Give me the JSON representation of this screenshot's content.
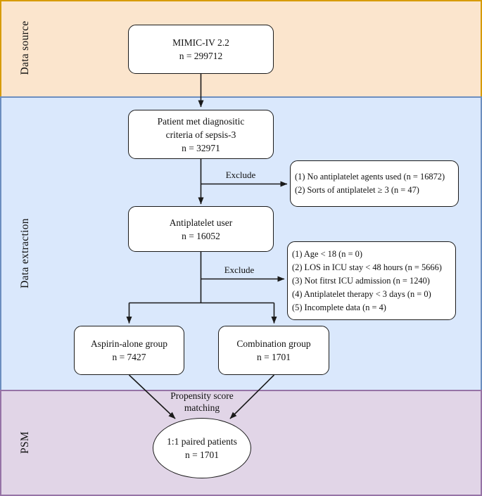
{
  "bands": [
    {
      "label": "Data source"
    },
    {
      "label": "Data extraction"
    },
    {
      "label": "PSM"
    }
  ],
  "nodes": {
    "mimic": {
      "lines": [
        "MIMIC-IV 2.2",
        "n = 299712"
      ]
    },
    "sepsis": {
      "lines": [
        "Patient met diagnositic",
        "criteria of sepsis-3",
        "n = 32971"
      ]
    },
    "exclude1": {
      "lines": [
        "(1) No antiplatelet agents used (n = 16872)",
        "(2) Sorts of antiplatelet ≥ 3 (n = 47)"
      ]
    },
    "antiplatelet": {
      "lines": [
        "Antiplatelet user",
        "n = 16052"
      ]
    },
    "exclude2": {
      "lines": [
        "(1) Age < 18 (n = 0)",
        "(2) LOS in ICU stay < 48 hours (n = 5666)",
        "(3) Not fitrst ICU admission (n = 1240)",
        "(4) Antiplatelet therapy < 3 days (n = 0)",
        "(5) Incomplete data (n = 4)"
      ]
    },
    "aspirin": {
      "lines": [
        "Aspirin-alone group",
        "n = 7427"
      ]
    },
    "combination": {
      "lines": [
        "Combination group",
        "n = 1701"
      ]
    },
    "paired": {
      "lines": [
        "1:1 paired patients",
        "n = 1701"
      ]
    }
  },
  "edge_labels": {
    "exclude1": "Exclude",
    "exclude2": "Exclude"
  },
  "psm_caption": {
    "lines": [
      "Propensity score",
      "matching"
    ]
  },
  "colors": {
    "band_data_source_fill": "#fbe5cd",
    "band_data_source_stroke": "#d79b00",
    "band_data_extraction_fill": "#dae8fc",
    "band_data_extraction_stroke": "#6c8ebf",
    "band_psm_fill": "#e1d5e7",
    "band_psm_stroke": "#9673a6",
    "node_fill": "#ffffff",
    "node_stroke": "#1a1a1a",
    "arrow_stroke": "#1a1a1a"
  }
}
